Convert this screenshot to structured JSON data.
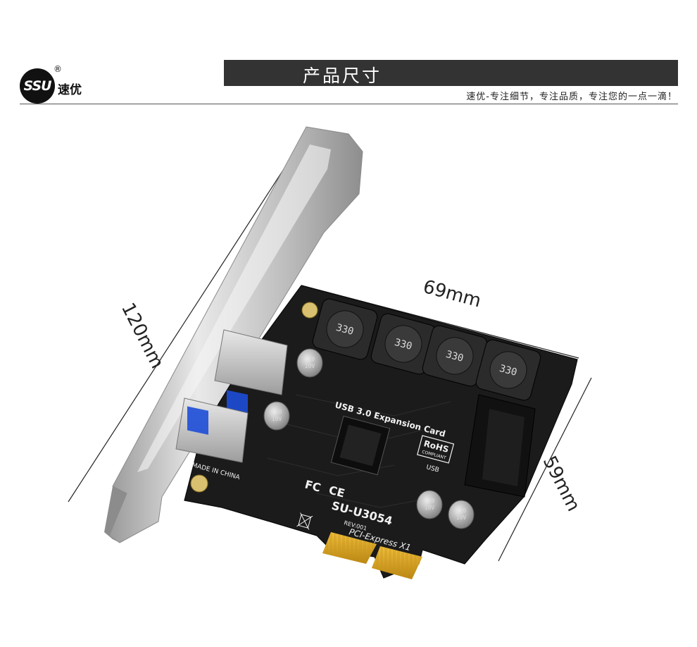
{
  "brand": {
    "logo_mark": "SSU",
    "registered": "®",
    "name": "速优"
  },
  "header": {
    "title": "产品尺寸",
    "slogan": "速优-专注细节，专注品质，专注您的一点一滴！"
  },
  "dimensions": {
    "length": "120mm",
    "width": "69mm",
    "height": "59mm"
  },
  "card": {
    "title": "USB 3.0 Expansion Card",
    "model": "SU-U3054",
    "revision": "REV:001",
    "interface": "PCI-Express X1",
    "origin": "MADE IN CHINA",
    "rohs": "RoHS",
    "rohs_sub": "COMPLIANT",
    "inductor_label": "330",
    "cap_label_top": "220",
    "cap_label_bottom": "10V",
    "usb_label": "USB",
    "cert_fc": "FC",
    "cert_ce": "CE"
  },
  "colors": {
    "header_bar": "#333333",
    "pcb": "#1a1a1a",
    "gold_finger": "#d6a21c",
    "bracket": "#c9c9c9"
  }
}
